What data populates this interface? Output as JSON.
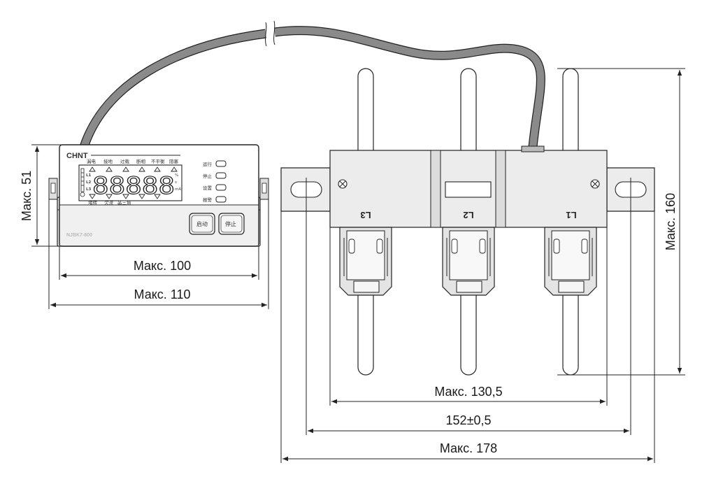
{
  "dimensions": {
    "height_display": "Макс. 51",
    "width_inner": "Макс. 100",
    "width_outer": "Макс. 110",
    "height_sensor": "Макс. 160",
    "span_inner": "Макс. 130,5",
    "mount_pitch": "152±0,5",
    "span_outer": "Макс. 178"
  },
  "display_unit": {
    "brand": "CHNT",
    "model": "NJBK7-800",
    "top_labels": [
      "漏电",
      "接地",
      "过载",
      "断相",
      "不平衡",
      "阻塞"
    ],
    "bottom_labels": [
      "堵转",
      "欠流",
      "晶三角"
    ],
    "phase_labels": [
      "L1",
      "L2",
      "L3"
    ],
    "digits": "88888",
    "status_labels": [
      "运行",
      "停止",
      "设置",
      "报警"
    ],
    "buttons": [
      "启动",
      "停止"
    ]
  },
  "sensor_unit": {
    "phase_labels": [
      "L3",
      "L2",
      "L1"
    ]
  }
}
